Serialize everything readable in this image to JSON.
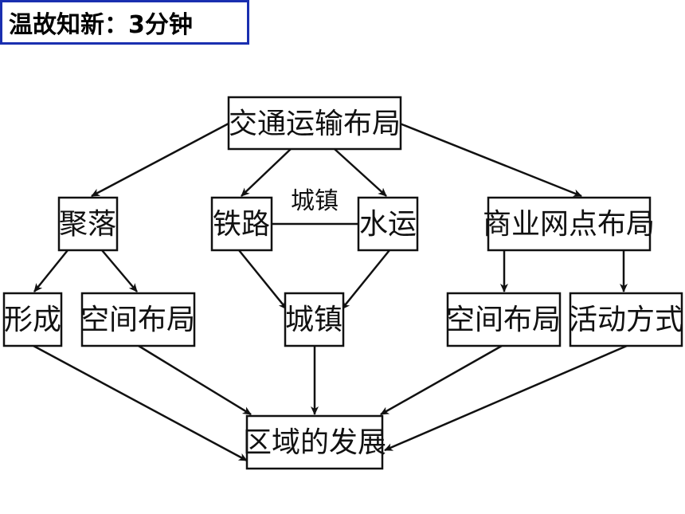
{
  "header": {
    "title": "温故知新：3分钟"
  },
  "diagram": {
    "nodes": {
      "traffic_layout": "交通运输布局",
      "settlement": "聚落",
      "railway": "铁路",
      "water_transport": "水运",
      "commercial_layout": "商业网点布局",
      "formation": "形成",
      "spatial_layout_1": "空间布局",
      "town": "城镇",
      "spatial_layout_2": "空间布局",
      "activity_mode": "活动方式",
      "regional_development": "区域的发展"
    },
    "edge_labels": {
      "railway_water_link": "城镇"
    }
  }
}
